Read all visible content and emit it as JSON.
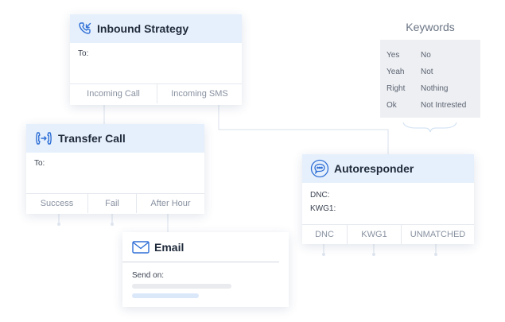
{
  "inbound": {
    "title": "Inbound Strategy",
    "to_label": "To:",
    "outcomes": [
      "Incoming Call",
      "Incoming SMS"
    ]
  },
  "transfer": {
    "title": "Transfer Call",
    "to_label": "To:",
    "outcomes": [
      "Success",
      "Fail",
      "After Hour"
    ]
  },
  "email": {
    "title": "Email",
    "send_label": "Send on:"
  },
  "autoresponder": {
    "title": "Autoresponder",
    "fields": [
      "DNC:",
      "KWG1:"
    ],
    "outcomes": [
      "DNC",
      "KWG1",
      "UNMATCHED"
    ]
  },
  "keywords": {
    "title": "Keywords",
    "rows": [
      [
        "Yes",
        "No"
      ],
      [
        "Yeah",
        "Not"
      ],
      [
        "Right",
        "Nothing"
      ],
      [
        "Ok",
        "Not Intrested"
      ]
    ]
  },
  "colors": {
    "accent": "#2f6fd6",
    "header_bg": "#e6f0fc",
    "connector": "#dfe6ef"
  },
  "icons": {
    "inbound": "phone-incoming-icon",
    "transfer": "phone-transfer-icon",
    "email": "mail-icon",
    "autoresponder": "chat-bubble-icon"
  }
}
